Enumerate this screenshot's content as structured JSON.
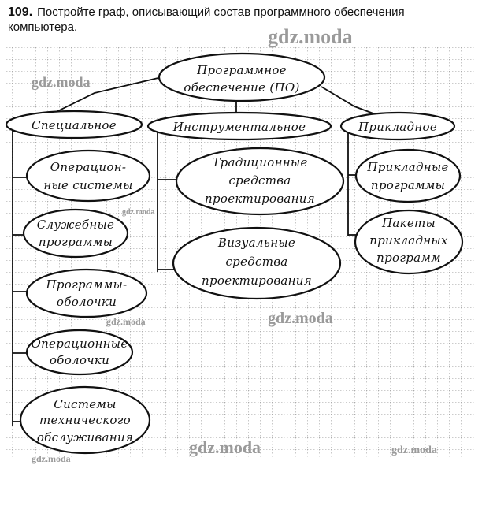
{
  "task": {
    "number": "109.",
    "text": "Постройте граф, описывающий состав программного обеспечения компьютера."
  },
  "watermark": "gdz.moda",
  "graph": {
    "root": [
      "Программное",
      "обеспечение (ПО)"
    ],
    "categories": {
      "special": "Специальное",
      "instrumental": "Инструментальное",
      "applied": "Прикладное"
    },
    "special_items": [
      [
        "Операцион-",
        "ные системы"
      ],
      [
        "Служебные",
        "программы"
      ],
      [
        "Программы-",
        "оболочки"
      ],
      [
        "Операционные",
        "оболочки"
      ],
      [
        "Системы",
        "технического",
        "обслуживания"
      ]
    ],
    "instrumental_items": [
      [
        "Традиционные",
        "средства",
        "проектирования"
      ],
      [
        "Визуальные",
        "средства",
        "проектирования"
      ]
    ],
    "applied_items": [
      [
        "Прикладные",
        "программы"
      ],
      [
        "Пакеты",
        "прикладных",
        "программ"
      ]
    ]
  }
}
